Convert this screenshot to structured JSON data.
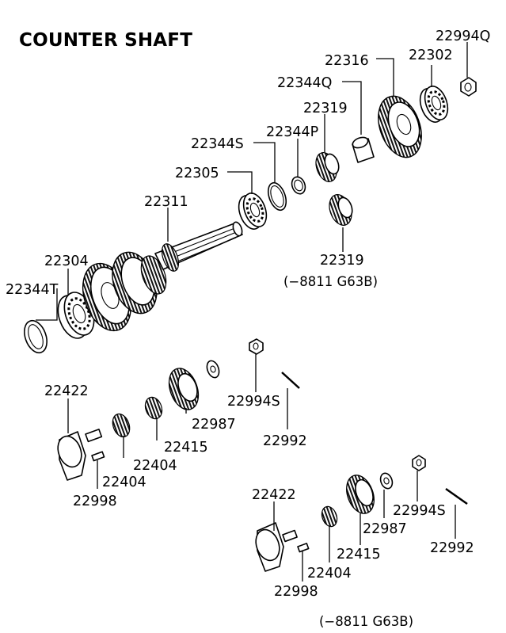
{
  "title": "COUNTER SHAFT",
  "labels": {
    "l22994Q": "22994Q",
    "l22316": "22316",
    "l22302": "22302",
    "l22344Q": "22344Q",
    "l22319a": "22319",
    "l22344S": "22344S",
    "l22344P": "22344P",
    "l22305": "22305",
    "l22311": "22311",
    "l22319b": "22319",
    "l22304": "22304",
    "l22344T": "22344T",
    "l22422a": "22422",
    "l22994Sa": "22994S",
    "l22987a": "22987",
    "l22992a": "22992",
    "l22415a": "22415",
    "l22404a": "22404",
    "l22404b": "22404",
    "l22998a": "22998",
    "l22422b": "22422",
    "l22994Sb": "22994S",
    "l22987b": "22987",
    "l22992b": "22992",
    "l22415b": "22415",
    "l22404c": "22404",
    "l22998b": "22998"
  },
  "notes": {
    "n1": "(−8811  G63B)",
    "n2": "(−8811  G63B)"
  }
}
